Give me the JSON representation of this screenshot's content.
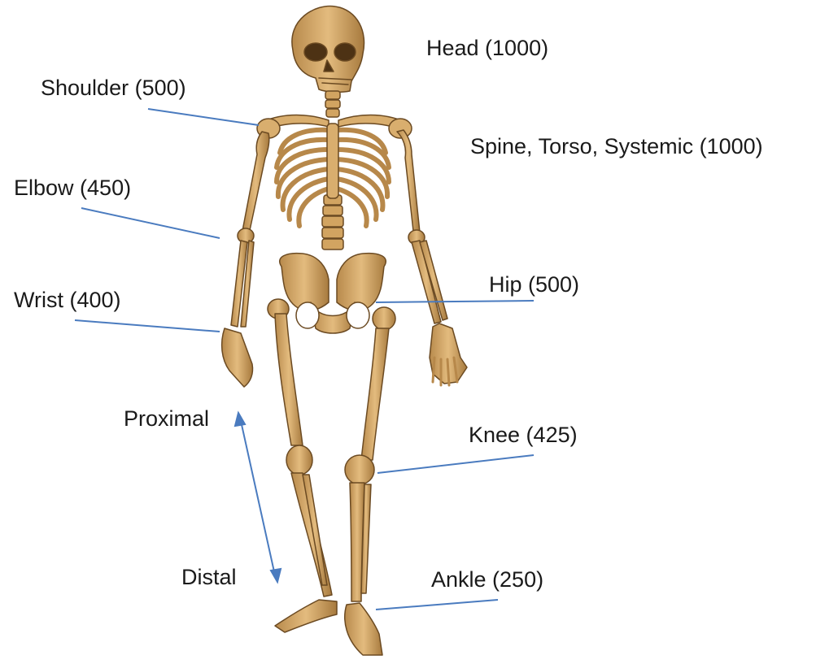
{
  "labels": {
    "head": "Head (1000)",
    "shoulder": "Shoulder (500)",
    "spine": "Spine, Torso, Systemic (1000)",
    "elbow": "Elbow (450)",
    "hip": "Hip (500)",
    "wrist": "Wrist (400)",
    "proximal": "Proximal",
    "knee": "Knee (425)",
    "distal": "Distal",
    "ankle": "Ankle (250)"
  },
  "colors": {
    "bone": "#d7ac6c",
    "bone_shade": "#9c7238",
    "bone_dark": "#5c3f1b",
    "leader_line": "#4a7bbf"
  }
}
